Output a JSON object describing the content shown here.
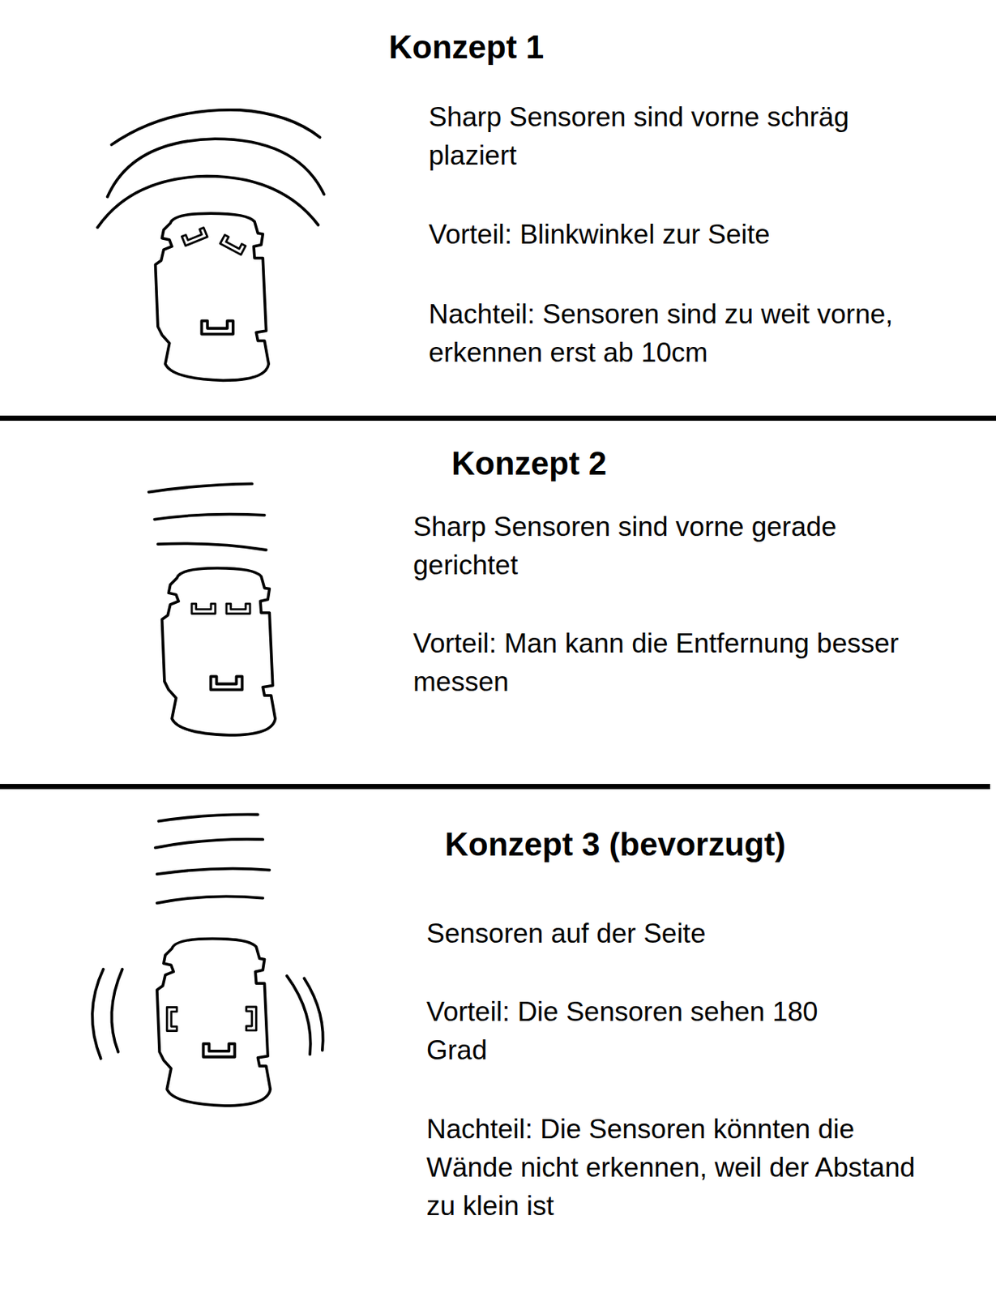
{
  "diagram": {
    "labels": [
      "Konzept 1",
      "Sharp Sensoren sind vorne schräg plaziert",
      "Vorteil: Blinkwinkel zur Seite",
      "Nachteil: Sensoren sind zu weit vorne, erkennen erst ab 10cm",
      "Konzept 2",
      "Sharp Sensoren sind vorne gerade gerichtet",
      "Vorteil: Man kann die Entfernung besser messen",
      "Konzept 3 (bevorzugt)",
      "Sensoren auf der Seite",
      "Vorteil: Die Sensoren sehen 180 Grad",
      "Nachteil: Die Sensoren könnten die Wände nicht erkennen, weil der Abstand zu klein ist"
    ]
  }
}
